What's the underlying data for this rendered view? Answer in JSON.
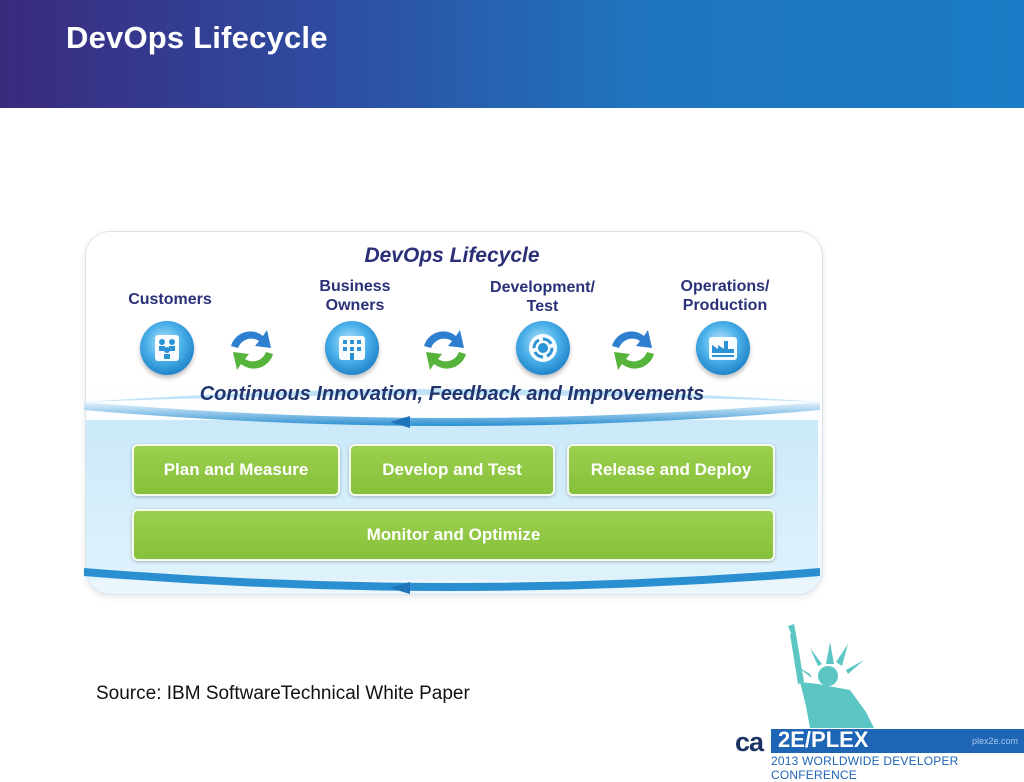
{
  "header": {
    "title": "DevOps Lifecycle"
  },
  "diagram": {
    "title": "DevOps Lifecycle",
    "stages": [
      {
        "label": "Customers",
        "icon": "people-icon"
      },
      {
        "label": "Business\nOwners",
        "icon": "building-icon"
      },
      {
        "label": "Development/\nTest",
        "icon": "gear-cycle-icon"
      },
      {
        "label": "Operations/\nProduction",
        "icon": "factory-icon"
      }
    ],
    "band_text": "Continuous Innovation, Feedback and Improvements",
    "phases": {
      "plan": "Plan and Measure",
      "develop": "Develop and Test",
      "release": "Release and Deploy",
      "monitor": "Monitor and Optimize"
    }
  },
  "source": "Source: IBM SoftwareTechnical White Paper",
  "footer": {
    "ca_logo": "ca",
    "event_name": "2E/PLEX",
    "url": "plex2e.com",
    "subtitle": "2013 WORLDWIDE DEVELOPER CONFERENCE"
  },
  "colors": {
    "header_start": "#3a2a7e",
    "header_end": "#1b7cc7",
    "phase_green": "#8cc63f",
    "stage_blue": "#2b93d6",
    "label_navy": "#2a3178"
  }
}
